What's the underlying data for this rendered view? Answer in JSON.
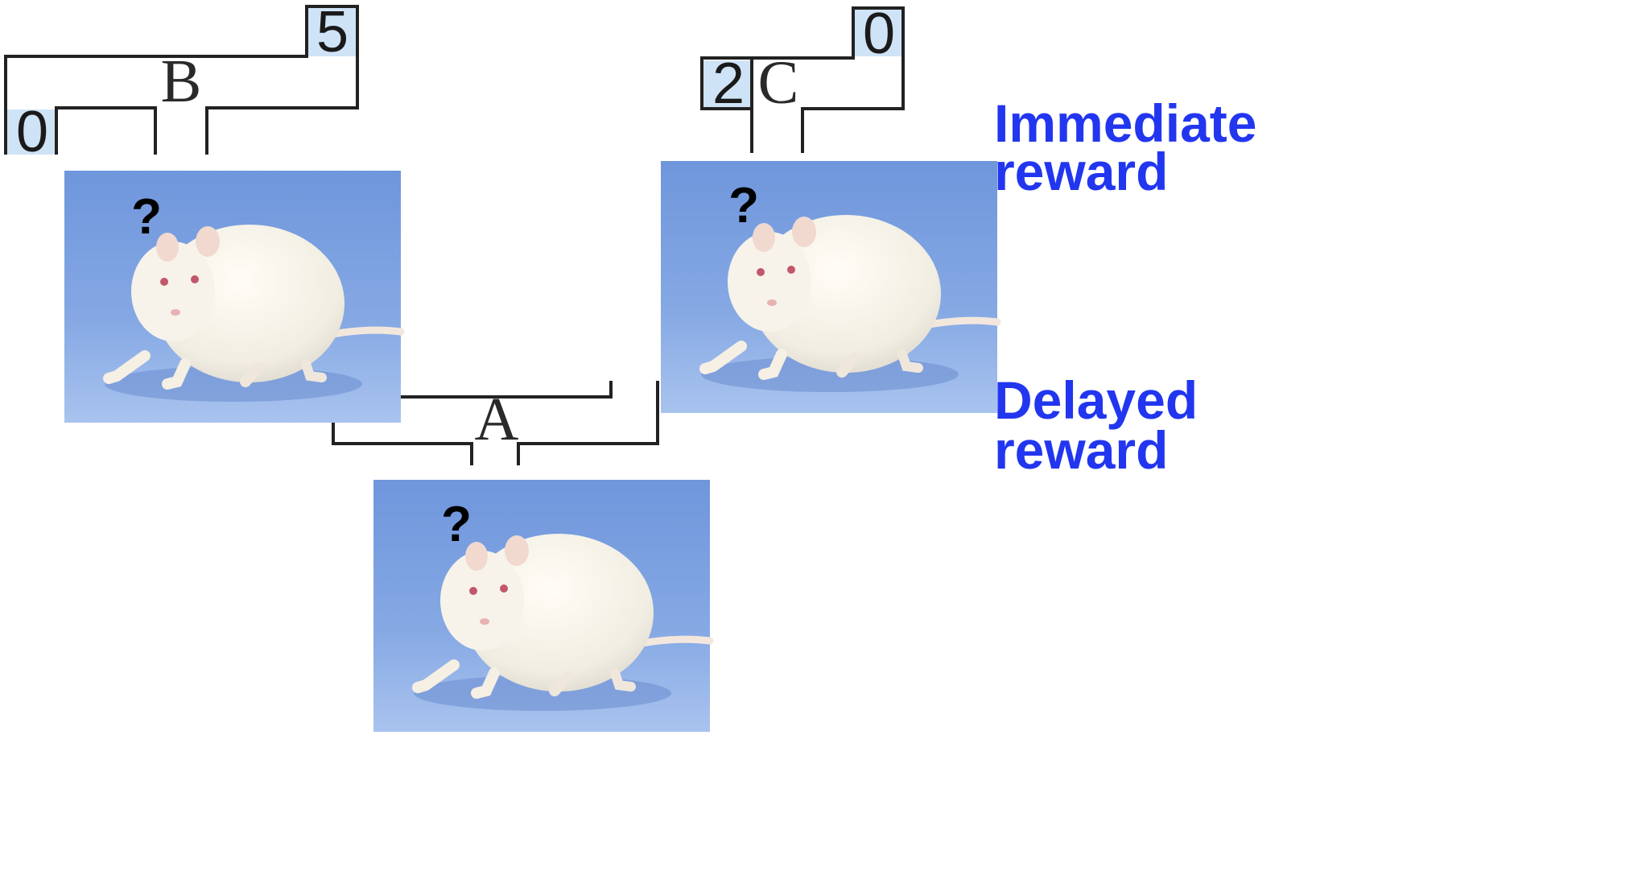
{
  "maze": {
    "junction_a": {
      "label": "A"
    },
    "junction_b": {
      "label": "B",
      "left_reward": "0",
      "right_reward": "5"
    },
    "junction_c": {
      "label": "C",
      "left_reward": "2",
      "right_reward": "0"
    }
  },
  "rat_photos": {
    "question_mark": "?",
    "count": 3
  },
  "side_labels": {
    "immediate": [
      "Immediate",
      "reward"
    ],
    "delayed": [
      "Delayed",
      "reward"
    ]
  },
  "colors": {
    "label_blue": "#2236f0",
    "reward_box": "#cfe3f6",
    "photo_background": "#7fa4e0",
    "maze_line": "#222222"
  }
}
